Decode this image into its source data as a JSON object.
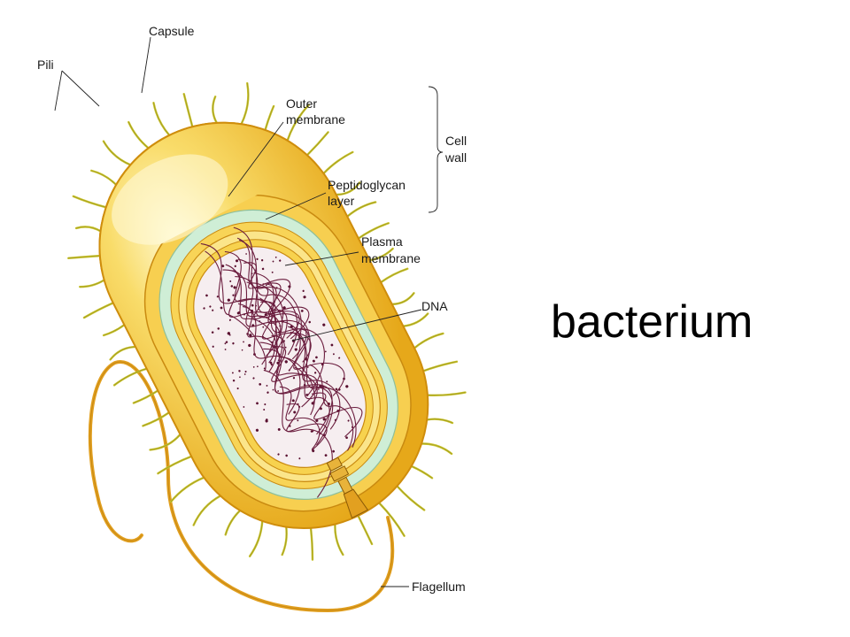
{
  "labels": {
    "capsule": "Capsule",
    "pili": "Pili",
    "outer_membrane_1": "Outer",
    "outer_membrane_2": "membrane",
    "cell_wall_1": "Cell",
    "cell_wall_2": "wall",
    "peptidoglycan_1": "Peptidoglycan",
    "peptidoglycan_2": "layer",
    "plasma_membrane_1": "Plasma",
    "plasma_membrane_2": "membrane",
    "dna": "DNA",
    "flagellum": "Flagellum"
  },
  "caption": "bacterium",
  "colors": {
    "capsule": "#f2c12e",
    "capsule_highlight": "#fdf3b0",
    "capsule_edge": "#d89a10",
    "outer_membrane": "#f7d35a",
    "peptidoglycan": "#c8ecd0",
    "plasma_membrane": "#f5cd4a",
    "cytoplasm": "#f6eef0",
    "dna": "#6b1d3e",
    "pili": "#c9c22e",
    "flagellum": "#e2a020"
  },
  "icons": [
    "bacterium-illustration",
    "flagellum-motor-icon"
  ]
}
